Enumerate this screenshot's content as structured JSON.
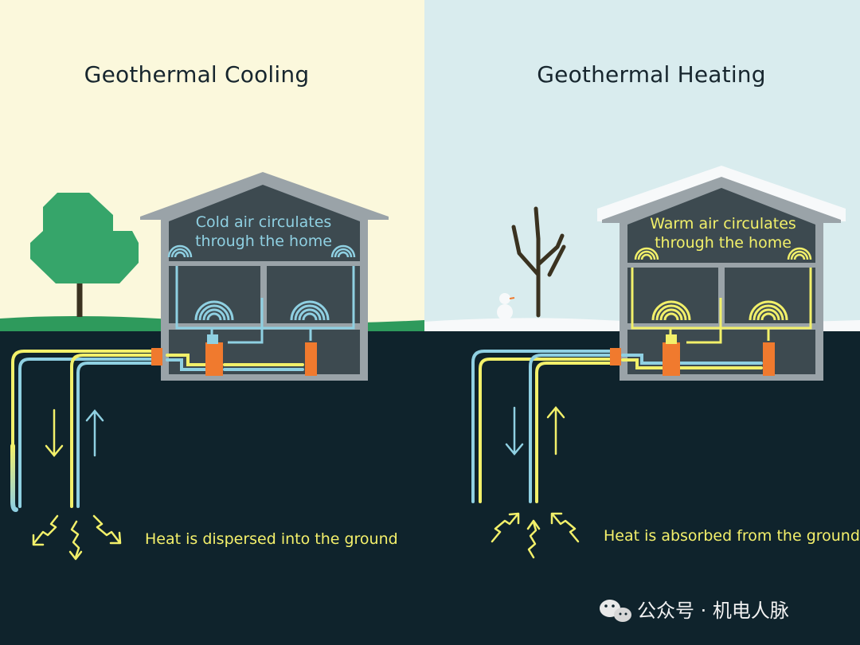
{
  "colors": {
    "cool_sky": "#fbf8dc",
    "heat_sky": "#d9ecee",
    "ground": "#0f232c",
    "house_wall": "#9aa3a8",
    "house_inside": "#3d4a50",
    "grass": "#2e9a5c",
    "tree": "#36a56a",
    "trunk": "#3a3220",
    "cold_pipe": "#8fd0e2",
    "warm_pipe": "#f2f06a",
    "orange": "#f07a2e",
    "snow": "#f7f9fa"
  },
  "cooling": {
    "title": "Geothermal Cooling",
    "air_line1": "Cold air circulates",
    "air_line2": "through the home",
    "caption": "Heat is dispersed into the ground",
    "tree_icon": "tree-icon"
  },
  "heating": {
    "title": "Geothermal Heating",
    "air_line1": "Warm air circulates",
    "air_line2": "through the home",
    "caption": "Heat is absorbed from the ground",
    "tree_icon": "bare-tree-icon",
    "snowman_icon": "snowman-icon"
  },
  "watermark": {
    "icon": "wechat-icon",
    "text": "公众号 · 机电人脉"
  }
}
